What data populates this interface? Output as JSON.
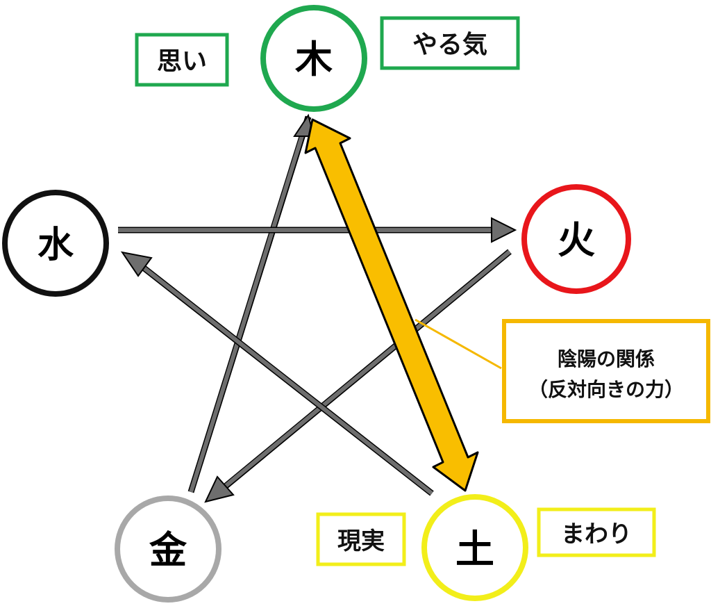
{
  "nodes": {
    "wood": {
      "label": "木",
      "color": "#1FA84F"
    },
    "fire": {
      "label": "火",
      "color": "#E8161B"
    },
    "earth": {
      "label": "土",
      "color": "#F2EE1A"
    },
    "metal": {
      "label": "金",
      "color": "#A8A8A8"
    },
    "water": {
      "label": "水",
      "color": "#111111"
    }
  },
  "tags": {
    "omoi": {
      "text": "思い",
      "color": "#1FA84F"
    },
    "yaruki": {
      "text": "やる気",
      "color": "#1FA84F"
    },
    "genjitsu": {
      "text": "現実",
      "color": "#F2EE1A"
    },
    "mawari": {
      "text": "まわり",
      "color": "#F2EE1A"
    }
  },
  "callout": {
    "line1": "陰陽の関係",
    "line2": "（反対向きの力）",
    "color": "#F5B800"
  },
  "arrow_color": "#6E6E6E",
  "yinyang_color": "#F9BE00"
}
